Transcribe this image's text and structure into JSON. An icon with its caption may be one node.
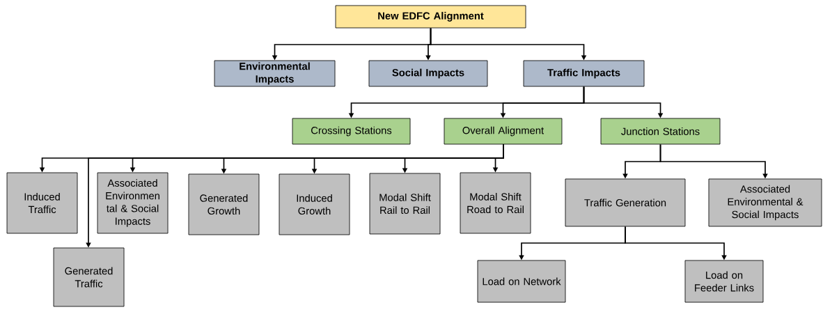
{
  "diagram": {
    "nodes": [
      {
        "text": [
          "New EDFC Alignment"
        ]
      },
      {
        "text": [
          "Environmental Impacts"
        ]
      },
      {
        "text": [
          "Social Impacts"
        ]
      },
      {
        "text": [
          "Traffic Impacts"
        ]
      },
      {
        "text": [
          "Crossing Stations"
        ]
      },
      {
        "text": [
          "Overall Alignment"
        ]
      },
      {
        "text": [
          "Junction Stations"
        ]
      },
      {
        "text": [
          "Induced Traffic"
        ]
      },
      {
        "text": [
          "Generated Traffic"
        ]
      },
      {
        "text": [
          "Associated Environmen tal & Social Impacts"
        ]
      },
      {
        "text": [
          "Generated Growth"
        ]
      },
      {
        "text": [
          "Induced Growth"
        ]
      },
      {
        "text": [
          "Modal Shift Rail to Rail"
        ]
      },
      {
        "text": [
          "Modal Shift Road to Rail"
        ]
      },
      {
        "text": [
          "Traffic Generation"
        ]
      },
      {
        "text": [
          "Associated Environmental & Social Impacts"
        ]
      },
      {
        "text": [
          "Load on Network"
        ]
      },
      {
        "text": [
          "Load on Feeder Links"
        ]
      }
    ],
    "edges": [
      {
        "from": 0,
        "to": 1,
        "arrow": "to"
      },
      {
        "from": 0,
        "to": 2,
        "arrow": "to"
      },
      {
        "from": 0,
        "to": 3,
        "arrow": "to"
      },
      {
        "from": 3,
        "to": 4,
        "arrow": "to"
      },
      {
        "from": 3,
        "to": 5,
        "arrow": "to"
      },
      {
        "from": 3,
        "to": 6,
        "arrow": "to"
      },
      {
        "from": 5,
        "to": 7,
        "arrow": "to"
      },
      {
        "from": 5,
        "to": 8,
        "arrow": "to"
      },
      {
        "from": 5,
        "to": 9,
        "arrow": "to"
      },
      {
        "from": 5,
        "to": 10,
        "arrow": "to"
      },
      {
        "from": 5,
        "to": 11,
        "arrow": "to"
      },
      {
        "from": 5,
        "to": 12,
        "arrow": "to"
      },
      {
        "from": 5,
        "to": 13,
        "arrow": "to"
      },
      {
        "from": 6,
        "to": 14,
        "arrow": "to"
      },
      {
        "from": 6,
        "to": 15,
        "arrow": "to"
      },
      {
        "from": 14,
        "to": 16,
        "arrow": "to"
      },
      {
        "from": 14,
        "to": 17,
        "arrow": "to"
      }
    ]
  }
}
